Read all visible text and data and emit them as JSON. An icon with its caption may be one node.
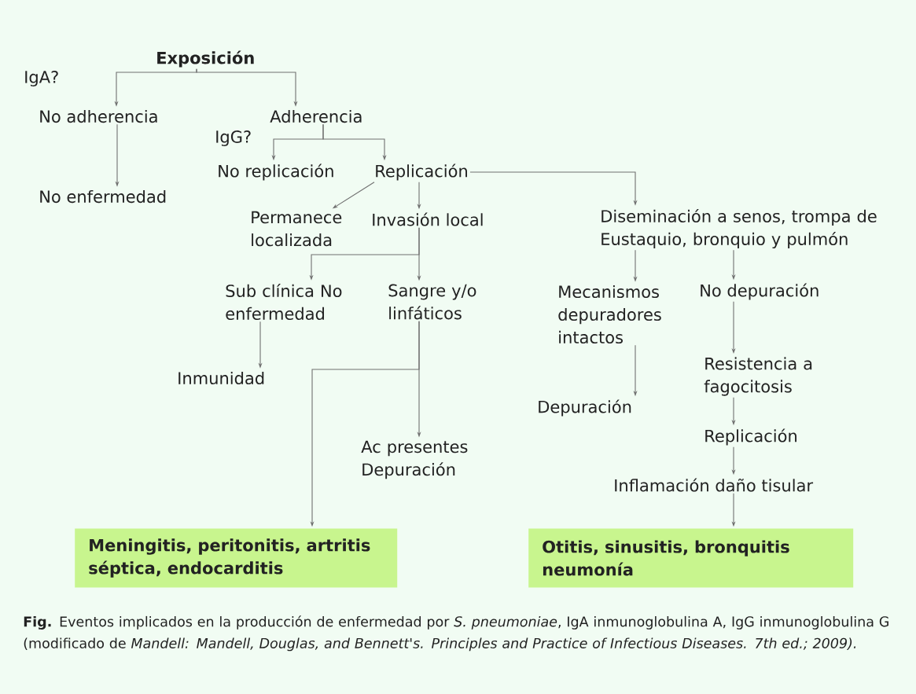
{
  "diagram": {
    "caption": "**Fig.** Eventos implicados en la producción de enfermedad por *S. pneumoniae*, IgA inmunoglobulina A, IgG inmunoglobulina G (modificado de *Mandell: Mandell, Douglas, and Bennett's. Principles and Practice of Infectious Diseases. 7th ed.; 2009).*",
    "nodes": [
      {
        "text": [
          "Exposición"
        ]
      },
      {
        "text": [
          "No adherencia"
        ]
      },
      {
        "text": [
          "Adherencia"
        ]
      },
      {
        "text": [
          "No replicación"
        ]
      },
      {
        "text": [
          "Replicación"
        ]
      },
      {
        "text": [
          "Permanece localizada"
        ]
      },
      {
        "text": [
          "Invasión local"
        ]
      },
      {
        "text": [
          "Diseminación a senos, trompa de Eustaquio, bronquio y pulmón"
        ]
      },
      {
        "text": [
          "No enfermedad"
        ]
      },
      {
        "text": [
          "Sub clínica No enfermedad"
        ]
      },
      {
        "text": [
          "Sangre y/o linfáticos"
        ]
      },
      {
        "text": [
          "Mecanismos depuradores intactos"
        ]
      },
      {
        "text": [
          "No depuración"
        ]
      },
      {
        "text": [
          "Inmunidad"
        ]
      },
      {
        "text": [
          "Depuración"
        ]
      },
      {
        "text": [
          "Resistencia a fagocitosis"
        ]
      },
      {
        "text": [
          "Ac presentes Depuración"
        ]
      },
      {
        "text": [
          "Replicación"
        ]
      },
      {
        "text": [
          "Inflamación daño tisular"
        ]
      },
      {
        "text": [
          "Meningitis, peritonitis, artritis séptica, endocarditis"
        ]
      },
      {
        "text": [
          "Otitis, sinusitis, bronquitis neumonía"
        ]
      }
    ],
    "edges": [
      {
        "from": 0,
        "to": 1,
        "arrow": "to"
      },
      {
        "from": 0,
        "to": 2,
        "arrow": "to"
      },
      {
        "from": 1,
        "to": 8,
        "arrow": "to"
      },
      {
        "from": 2,
        "to": 3,
        "arrow": "to"
      },
      {
        "from": 2,
        "to": 4,
        "arrow": "to"
      },
      {
        "from": 4,
        "to": 5,
        "arrow": "to"
      },
      {
        "from": 4,
        "to": 6,
        "arrow": "to"
      },
      {
        "from": 4,
        "to": 7,
        "arrow": "to"
      },
      {
        "from": 6,
        "to": 9,
        "arrow": "to"
      },
      {
        "from": 6,
        "to": 10,
        "arrow": "to"
      },
      {
        "from": 9,
        "to": 13,
        "arrow": "to"
      },
      {
        "from": 10,
        "to": 16,
        "arrow": "to"
      },
      {
        "from": 10,
        "to": 19,
        "arrow": "to"
      },
      {
        "from": 7,
        "to": 11,
        "arrow": "to"
      },
      {
        "from": 7,
        "to": 12,
        "arrow": "to"
      },
      {
        "from": 11,
        "to": 14,
        "arrow": "to"
      },
      {
        "from": 12,
        "to": 15,
        "arrow": "to"
      },
      {
        "from": 15,
        "to": 17,
        "arrow": "to"
      },
      {
        "from": 17,
        "to": 18,
        "arrow": "to"
      },
      {
        "from": 18,
        "to": 20,
        "arrow": "to"
      }
    ],
    "labels": [
      "IgA?",
      "IgG?"
    ]
  }
}
